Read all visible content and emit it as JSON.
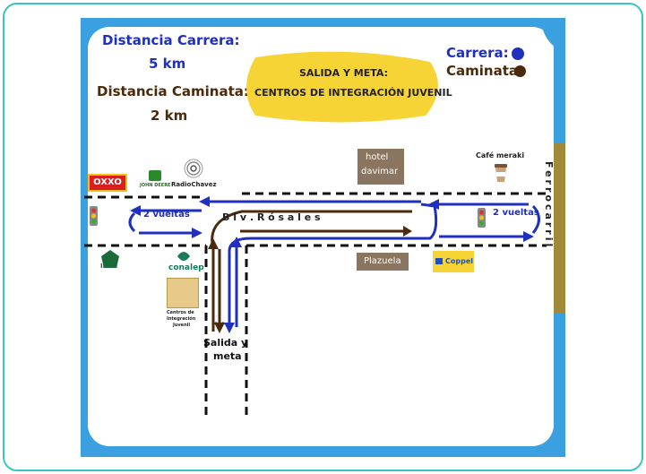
{
  "legend": {
    "race_distance_label": "Distancia Carrera:",
    "race_distance_value": "5 km",
    "walk_distance_label": "Distancia Caminata:",
    "walk_distance_value": "2 km",
    "race_key": "Carrera:",
    "walk_key": "Caminata:"
  },
  "banner": {
    "line1": "SALIDA Y META:",
    "line2": "CENTROS DE INTEGRACIÓN JUVENIL"
  },
  "streets": {
    "main": "B l v .   R ó s a l e s",
    "rail": "Ferrocarril"
  },
  "labels": {
    "laps_left": "2 vueltas",
    "laps_right": "2 vueltas",
    "start_1": "Salida y",
    "start_2": "meta"
  },
  "landmarks": {
    "oxxo": "OXXO",
    "john_deere": "JOHN DEERE",
    "radio": "RadioChavez",
    "hotel_1": "hotel",
    "hotel_2": "davimar",
    "cafe": "Café meraki",
    "imss": "IMSS",
    "conalep": "conalep",
    "cij_1": "Centros de",
    "cij_2": "Integración",
    "cij_3": "Juvenil",
    "plazuela": "Plazuela",
    "coppel": "Coppel"
  },
  "colors": {
    "frame": "#38c4c4",
    "map_edge": "#3aa0e0",
    "banner": "#f7d436",
    "race": "#1f2fbf",
    "walk": "#4a2a0a",
    "landmark_box": "#8a7560"
  }
}
